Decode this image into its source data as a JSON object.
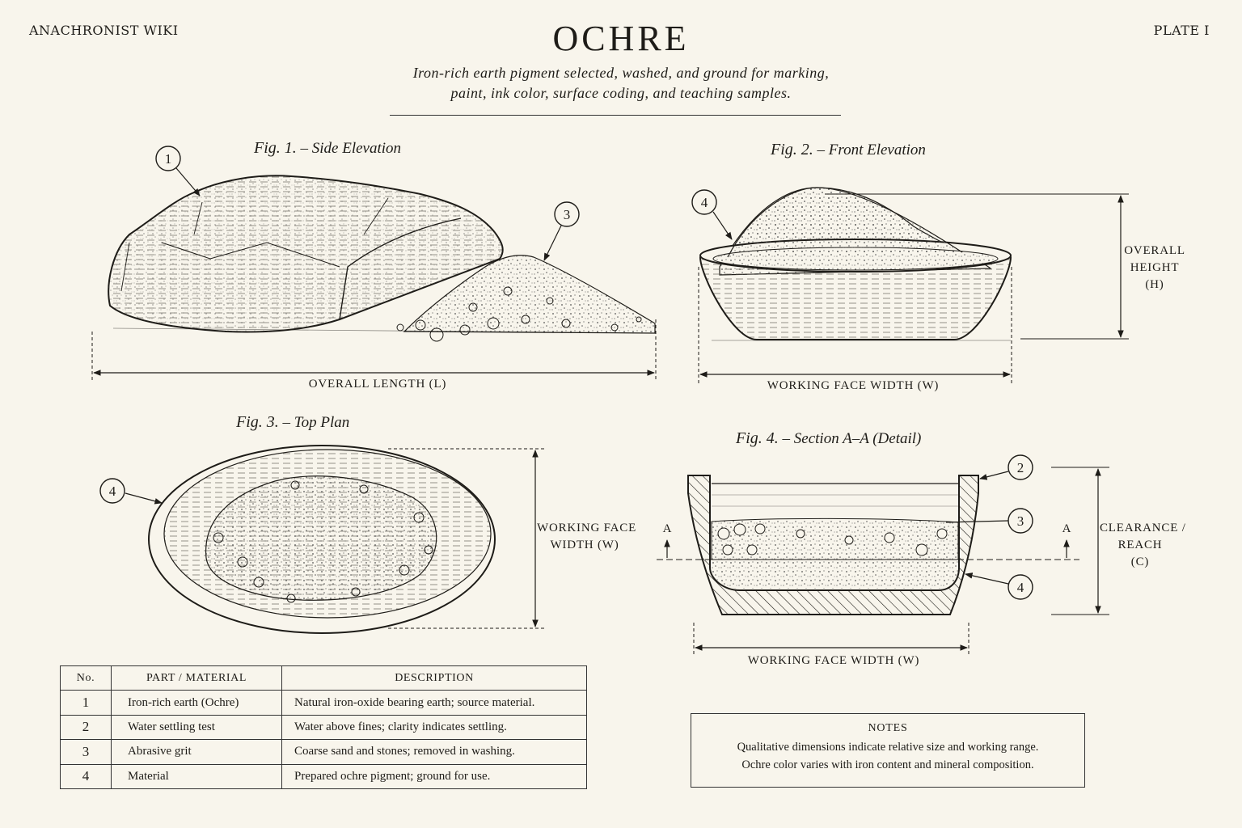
{
  "header": {
    "site": "ANACHRONIST WIKI",
    "plate": "PLATE I",
    "title": "OCHRE",
    "subtitle_line1": "Iron-rich earth pigment selected, washed, and ground for marking,",
    "subtitle_line2": "paint, ink color, surface coding, and teaching samples."
  },
  "figures": [
    {
      "num": "Fig. 1.",
      "caption": "– Side Elevation"
    },
    {
      "num": "Fig. 2.",
      "caption": "– Front Elevation"
    },
    {
      "num": "Fig. 3.",
      "caption": "– Top Plan"
    },
    {
      "num": "Fig. 4.",
      "caption": "– Section A–A (Detail)"
    }
  ],
  "dimensions": {
    "fig1_length": "OVERALL LENGTH (L)",
    "fig2_width": "WORKING FACE WIDTH (W)",
    "fig2_height_l1": "OVERALL",
    "fig2_height_l2": "HEIGHT",
    "fig2_height_l3": "(H)",
    "fig3_width_l1": "WORKING FACE",
    "fig3_width_l2": "WIDTH (W)",
    "fig4_width": "WORKING FACE WIDTH (W)",
    "fig4_clear_l1": "CLEARANCE /",
    "fig4_clear_l2": "REACH",
    "fig4_clear_l3": "(C)",
    "section_mark": "A"
  },
  "callouts": {
    "c1": "1",
    "c2": "2",
    "c3": "3",
    "c4": "4"
  },
  "parts_table": {
    "headers": [
      "No.",
      "PART / MATERIAL",
      "DESCRIPTION"
    ],
    "rows": [
      [
        "1",
        "Iron-rich earth (Ochre)",
        "Natural iron-oxide bearing earth; source material."
      ],
      [
        "2",
        "Water settling test",
        "Water above fines; clarity indicates settling."
      ],
      [
        "3",
        "Abrasive grit",
        "Coarse sand and stones; removed in washing."
      ],
      [
        "4",
        "Material",
        "Prepared ochre pigment; ground for use."
      ]
    ]
  },
  "notes": {
    "heading": "NOTES",
    "line1": "Qualitative dimensions indicate relative size and working range.",
    "line2": "Ochre color varies with iron content and mineral composition."
  },
  "colors": {
    "paper": "#f8f5ec",
    "ink": "#1e1c18"
  }
}
